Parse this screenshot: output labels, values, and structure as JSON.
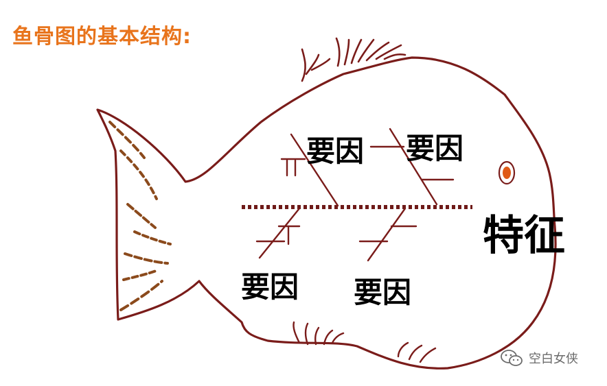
{
  "title": "鱼骨图的基本结构:",
  "labels": {
    "upper_cause_1": "要因",
    "upper_cause_2": "要因",
    "lower_cause_1": "要因",
    "lower_cause_2": "要因",
    "effect": "特征"
  },
  "watermark": {
    "icon": "wechat-icon",
    "text": "空白女侠"
  },
  "colors": {
    "title": "#e8741c",
    "outline": "#7a1c1a",
    "tail_strokes": "#8b4a1c",
    "eye_fill": "#e05a17",
    "spine": "#6e1a18",
    "text": "#000000"
  }
}
